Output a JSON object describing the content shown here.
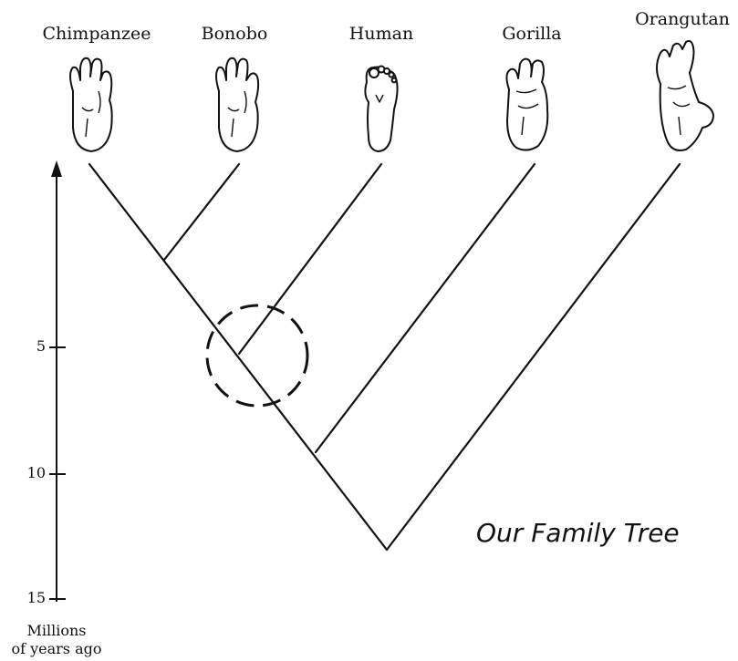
{
  "taxa": [
    {
      "label": "Chimpanzee",
      "icon": "chimpanzee-hand-icon"
    },
    {
      "label": "Bonobo",
      "icon": "bonobo-hand-icon"
    },
    {
      "label": "Human",
      "icon": "human-foot-icon"
    },
    {
      "label": "Gorilla",
      "icon": "gorilla-hand-icon"
    },
    {
      "label": "Orangutan",
      "icon": "orangutan-hand-icon"
    }
  ],
  "axis": {
    "ticks": [
      "5",
      "10",
      "15"
    ],
    "caption_line1": "Millions",
    "caption_line2": "of years ago"
  },
  "title": "Our Family Tree",
  "colors": {
    "ink": "#111111",
    "background": "#ffffff"
  }
}
